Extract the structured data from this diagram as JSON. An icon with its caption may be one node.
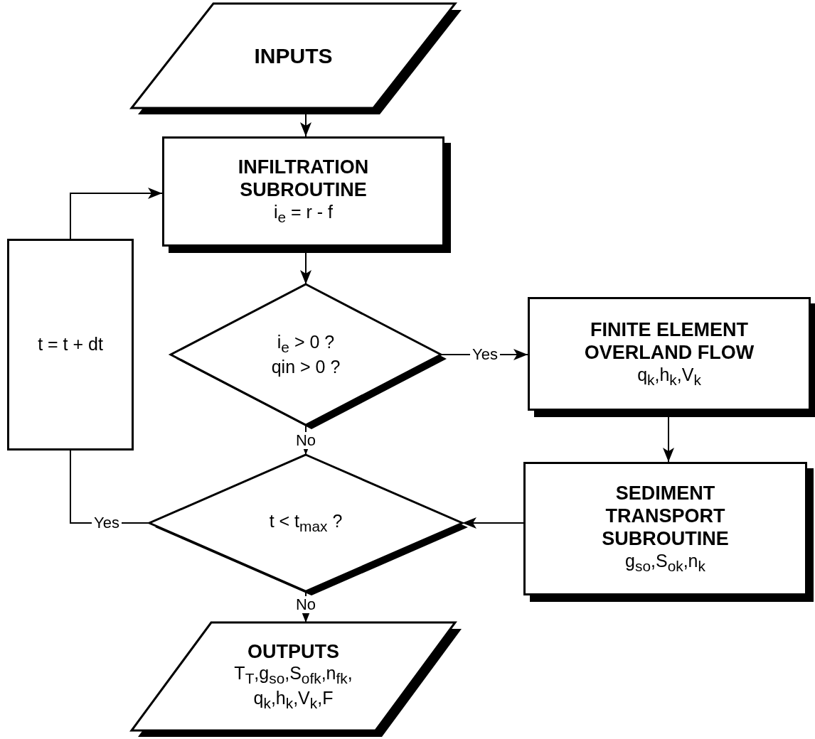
{
  "diagram": {
    "nodes": [
      {
        "text": [
          "INPUTS"
        ]
      },
      {
        "text": [
          "INFILTRATION SUBROUTINE",
          "i$_{e}$ = r - f"
        ]
      },
      {
        "text": [
          "i$_{e}$  > 0  ?",
          "qin > 0  ?"
        ]
      },
      {
        "text": [
          "FINITE ELEMENT OVERLAND FLOW",
          "q$_{k}$,h$_{k}$,V$_{k}$"
        ]
      },
      {
        "text": [
          "t = t + dt"
        ]
      },
      {
        "text": [
          "t < t$_{max}$ ?"
        ]
      },
      {
        "text": [
          "SEDIMENT TRANSPORT SUBROUTINE",
          "g$_{so}$,S$_{ok}$,n$_{k}$"
        ]
      },
      {
        "text": [
          "OUTPUTS",
          "T$_{T}$,g$_{so}$,S$_{ofk}$,n$_{fk}$, q$_{k}$,h$_{k}$,V$_{k}$,F"
        ]
      }
    ],
    "edges": [
      {
        "from": 0,
        "to": 1,
        "arrow": "to"
      },
      {
        "from": 1,
        "to": 2,
        "arrow": "to"
      },
      {
        "from": 2,
        "to": 3,
        "arrow": "to",
        "label": "Yes"
      },
      {
        "from": 3,
        "to": 6,
        "arrow": "to"
      },
      {
        "from": 6,
        "to": 5,
        "arrow": "to"
      },
      {
        "from": 2,
        "to": 5,
        "arrow": "to",
        "label": "No"
      },
      {
        "from": 5,
        "to": 4,
        "arrow": "none",
        "label": "Yes"
      },
      {
        "from": 4,
        "to": 1,
        "arrow": "to"
      },
      {
        "from": 5,
        "to": 7,
        "arrow": "to",
        "label": "No"
      }
    ]
  }
}
